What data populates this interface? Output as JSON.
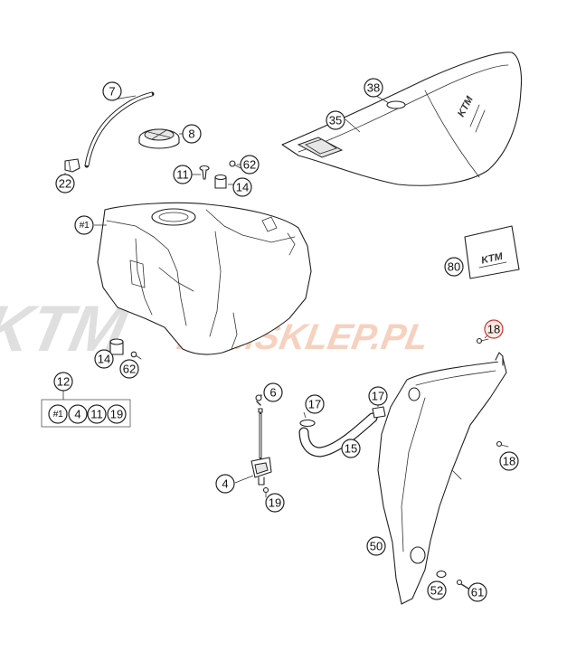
{
  "callouts": [
    {
      "id": "c7",
      "label": "7"
    },
    {
      "id": "c8",
      "label": "8"
    },
    {
      "id": "c22",
      "label": "22"
    },
    {
      "id": "c11a",
      "label": "11"
    },
    {
      "id": "c62a",
      "label": "62"
    },
    {
      "id": "c14a",
      "label": "14"
    },
    {
      "id": "c38",
      "label": "38"
    },
    {
      "id": "c35",
      "label": "35"
    },
    {
      "id": "c80",
      "label": "80"
    },
    {
      "id": "c1a",
      "label": "#1"
    },
    {
      "id": "c18a",
      "label": "18"
    },
    {
      "id": "c14b",
      "label": "14"
    },
    {
      "id": "c62b",
      "label": "62"
    },
    {
      "id": "c12",
      "label": "12"
    },
    {
      "id": "c1b",
      "label": "#1"
    },
    {
      "id": "c4a",
      "label": "4"
    },
    {
      "id": "c11b",
      "label": "11"
    },
    {
      "id": "c19a",
      "label": "19"
    },
    {
      "id": "c6",
      "label": "6"
    },
    {
      "id": "c17a",
      "label": "17"
    },
    {
      "id": "c17b",
      "label": "17"
    },
    {
      "id": "c15",
      "label": "15"
    },
    {
      "id": "c18b",
      "label": "18"
    },
    {
      "id": "c4b",
      "label": "4"
    },
    {
      "id": "c19b",
      "label": "19"
    },
    {
      "id": "c50",
      "label": "50"
    },
    {
      "id": "c52",
      "label": "52"
    },
    {
      "id": "c61",
      "label": "61"
    }
  ],
  "watermark": {
    "brand": "KTM",
    "site": "KTMSKLEP.PL"
  },
  "seat_logo": {
    "brand": "KTM"
  },
  "sticker_logo": {
    "brand": "KTM"
  },
  "colors": {
    "line": "#222222",
    "watermark_grey": "#d9d9d9",
    "watermark_orange": "#f6c9b5",
    "highlight": "#cc3333"
  }
}
